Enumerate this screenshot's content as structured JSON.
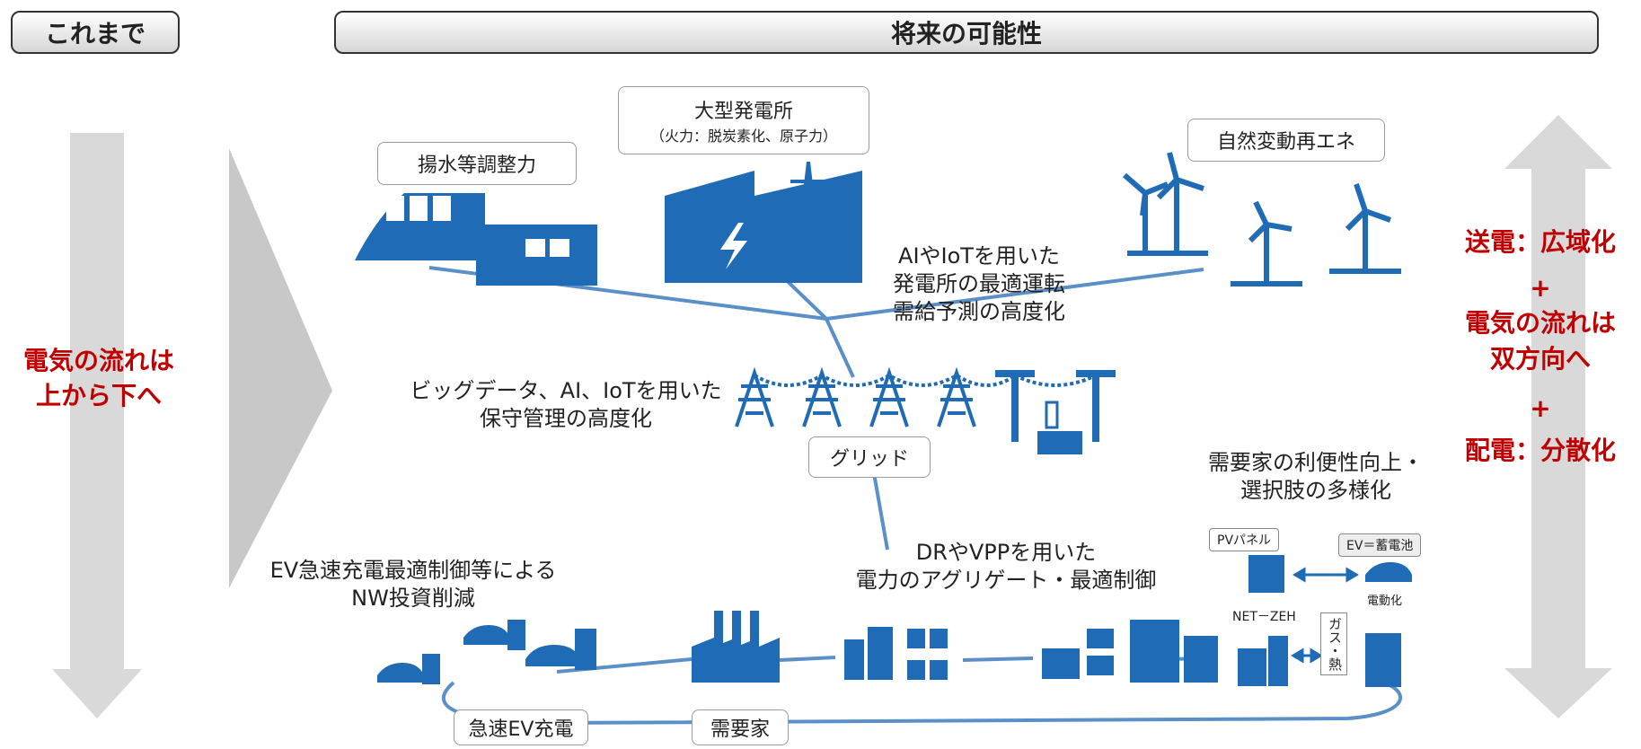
{
  "headers": {
    "past": "これまで",
    "future": "将来の可能性"
  },
  "left": {
    "line1": "電気の流れは",
    "line2": "上から下へ"
  },
  "right": {
    "line1": "送電：広域化",
    "plus1": "+",
    "line2": "電気の流れは",
    "line3": "双方向へ",
    "plus2": "+",
    "line4": "配電：分散化"
  },
  "labels": {
    "pumped": "揚水等調整力",
    "large_plant": "大型発電所",
    "large_plant_sub": "（火力：脱炭素化、原子力）",
    "renewable": "自然変動再エネ",
    "grid": "グリッド",
    "fast_ev": "急速EV充電",
    "demand": "需要家",
    "pv": "PVパネル",
    "ev_battery": "EV＝蓄電池",
    "net_zeh": "NET－ZEH",
    "ev_elec": "電動化",
    "gas_heat": "ガス・熱"
  },
  "texts": {
    "ai_iot_1": "AIやIoTを用いた",
    "ai_iot_2": "発電所の最適運転",
    "ai_iot_3": "需給予測の高度化",
    "bigdata_1": "ビッグデータ、AI、IoTを用いた",
    "bigdata_2": "保守管理の高度化",
    "consumer_1": "需要家の利便性向上・",
    "consumer_2": "選択肢の多様化",
    "ev_nw_1": "EV急速充電最適制御等による",
    "ev_nw_2": "NW投資削減",
    "dr_1": "DRやVPPを用いた",
    "dr_2": "電力のアグリゲート・最適制御"
  },
  "colors": {
    "icon_blue": "#1f6bb5",
    "line_blue": "#5b8fc7",
    "accent_red": "#c00000",
    "arrow_gray": "#d9d9d9"
  }
}
